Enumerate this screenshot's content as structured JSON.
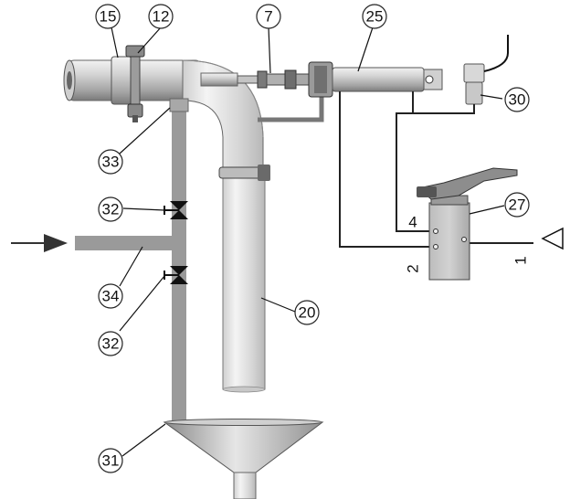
{
  "callouts": {
    "c15": "15",
    "c12": "12",
    "c7": "7",
    "c25": "25",
    "c30": "30",
    "c27": "27",
    "c33": "33",
    "c32a": "32",
    "c34": "34",
    "c32b": "32",
    "c20": "20",
    "c31": "31"
  },
  "ports": {
    "p4": "4",
    "p2": "2",
    "p1": "1"
  },
  "colors": {
    "pipe": "#9a9a9a",
    "steel_light": "#d8d8d8",
    "steel_dark": "#8a8a8a",
    "line": "#222222"
  }
}
